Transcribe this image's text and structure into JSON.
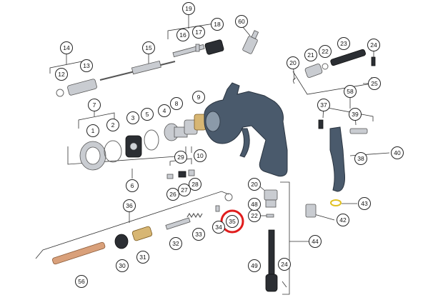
{
  "callouts": [
    {
      "id": "c1",
      "label": "1"
    },
    {
      "id": "c2",
      "label": "2"
    },
    {
      "id": "c3",
      "label": "3"
    },
    {
      "id": "c4",
      "label": "4"
    },
    {
      "id": "c5",
      "label": "5"
    },
    {
      "id": "c6",
      "label": "6"
    },
    {
      "id": "c7",
      "label": "7"
    },
    {
      "id": "c8",
      "label": "8"
    },
    {
      "id": "c9",
      "label": "9"
    },
    {
      "id": "c10",
      "label": "10"
    },
    {
      "id": "c12",
      "label": "12"
    },
    {
      "id": "c13",
      "label": "13"
    },
    {
      "id": "c14",
      "label": "14"
    },
    {
      "id": "c15",
      "label": "15"
    },
    {
      "id": "c16",
      "label": "16"
    },
    {
      "id": "c17",
      "label": "17"
    },
    {
      "id": "c18",
      "label": "18"
    },
    {
      "id": "c19",
      "label": "19"
    },
    {
      "id": "c20a",
      "label": "20"
    },
    {
      "id": "c20b",
      "label": "20"
    },
    {
      "id": "c21",
      "label": "21"
    },
    {
      "id": "c22a",
      "label": "22"
    },
    {
      "id": "c22b",
      "label": "22"
    },
    {
      "id": "c23",
      "label": "23"
    },
    {
      "id": "c24a",
      "label": "24"
    },
    {
      "id": "c24b",
      "label": "24"
    },
    {
      "id": "c25",
      "label": "25"
    },
    {
      "id": "c26",
      "label": "26"
    },
    {
      "id": "c27",
      "label": "27"
    },
    {
      "id": "c28",
      "label": "28"
    },
    {
      "id": "c29",
      "label": "29"
    },
    {
      "id": "c30",
      "label": "30"
    },
    {
      "id": "c31",
      "label": "31"
    },
    {
      "id": "c32",
      "label": "32"
    },
    {
      "id": "c33",
      "label": "33"
    },
    {
      "id": "c34",
      "label": "34"
    },
    {
      "id": "c35",
      "label": "35"
    },
    {
      "id": "c36",
      "label": "36"
    },
    {
      "id": "c37",
      "label": "37"
    },
    {
      "id": "c38",
      "label": "38"
    },
    {
      "id": "c39",
      "label": "39"
    },
    {
      "id": "c40",
      "label": "40"
    },
    {
      "id": "c42",
      "label": "42"
    },
    {
      "id": "c43",
      "label": "43"
    },
    {
      "id": "c44",
      "label": "44"
    },
    {
      "id": "c48",
      "label": "48"
    },
    {
      "id": "c49",
      "label": "49"
    },
    {
      "id": "c56",
      "label": "56"
    },
    {
      "id": "c58",
      "label": "58"
    },
    {
      "id": "c60",
      "label": "60"
    }
  ],
  "highlighted_part": "35",
  "colors": {
    "gun_body": "#4a5a6c",
    "highlight": "#e01c1c",
    "o_ring": "#e0c020"
  }
}
